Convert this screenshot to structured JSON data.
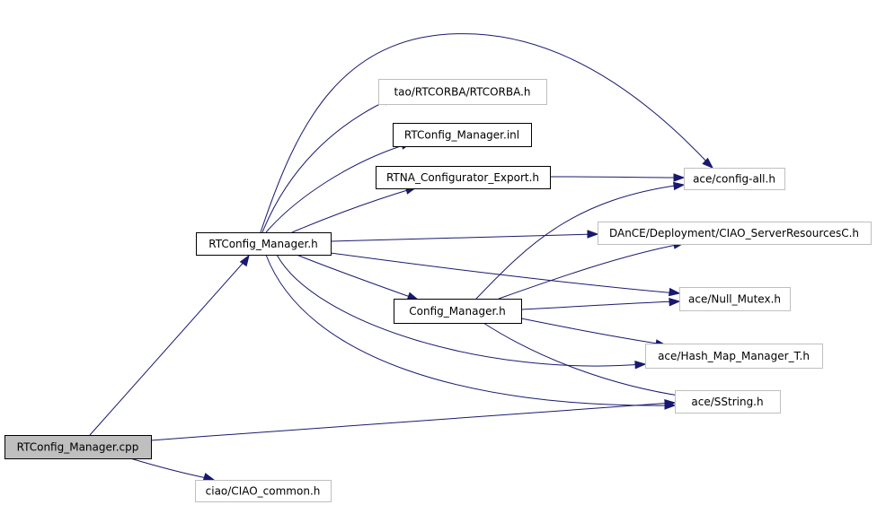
{
  "graph": {
    "nodes": [
      {
        "id": "rtcfg_cpp",
        "label": "RTConfig_Manager.cpp",
        "style": "main",
        "clickable": false
      },
      {
        "id": "rtcfg_h",
        "label": "RTConfig_Manager.h",
        "style": "doc",
        "clickable": true
      },
      {
        "id": "ciao_common",
        "label": "ciao/CIAO_common.h",
        "style": "ext",
        "clickable": false
      },
      {
        "id": "rtcorba",
        "label": "tao/RTCORBA/RTCORBA.h",
        "style": "ext",
        "clickable": false
      },
      {
        "id": "rtcfg_inl",
        "label": "RTConfig_Manager.inl",
        "style": "doc",
        "clickable": true
      },
      {
        "id": "rtna_export",
        "label": "RTNA_Configurator_Export.h",
        "style": "doc",
        "clickable": true
      },
      {
        "id": "config_all",
        "label": "ace/config-all.h",
        "style": "ext",
        "clickable": false
      },
      {
        "id": "dance",
        "label": "DAnCE/Deployment/CIAO_ServerResourcesC.h",
        "style": "ext",
        "clickable": false
      },
      {
        "id": "cfg_mgr_h",
        "label": "Config_Manager.h",
        "style": "doc",
        "clickable": true
      },
      {
        "id": "null_mutex",
        "label": "ace/Null_Mutex.h",
        "style": "ext",
        "clickable": false
      },
      {
        "id": "hash_map",
        "label": "ace/Hash_Map_Manager_T.h",
        "style": "ext",
        "clickable": false
      },
      {
        "id": "sstring",
        "label": "ace/SString.h",
        "style": "ext",
        "clickable": false
      }
    ],
    "edges": [
      {
        "from": "rtcfg_cpp",
        "to": "rtcfg_h"
      },
      {
        "from": "rtcfg_cpp",
        "to": "ciao_common"
      },
      {
        "from": "rtcfg_cpp",
        "to": "sstring"
      },
      {
        "from": "rtcfg_h",
        "to": "config_all"
      },
      {
        "from": "rtcfg_h",
        "to": "rtcorba"
      },
      {
        "from": "rtcfg_h",
        "to": "rtcfg_inl"
      },
      {
        "from": "rtcfg_h",
        "to": "rtna_export"
      },
      {
        "from": "rtcfg_h",
        "to": "dance"
      },
      {
        "from": "rtcfg_h",
        "to": "null_mutex"
      },
      {
        "from": "rtcfg_h",
        "to": "cfg_mgr_h"
      },
      {
        "from": "rtcfg_h",
        "to": "hash_map"
      },
      {
        "from": "rtcfg_h",
        "to": "sstring"
      },
      {
        "from": "rtna_export",
        "to": "config_all"
      },
      {
        "from": "cfg_mgr_h",
        "to": "config_all"
      },
      {
        "from": "cfg_mgr_h",
        "to": "dance"
      },
      {
        "from": "cfg_mgr_h",
        "to": "null_mutex"
      },
      {
        "from": "cfg_mgr_h",
        "to": "hash_map"
      },
      {
        "from": "cfg_mgr_h",
        "to": "sstring"
      }
    ],
    "colors": {
      "edge": "#191970",
      "main_fill": "#bfbfbf",
      "doc_border": "#000000",
      "ext_border": "#bfbfbf"
    }
  }
}
